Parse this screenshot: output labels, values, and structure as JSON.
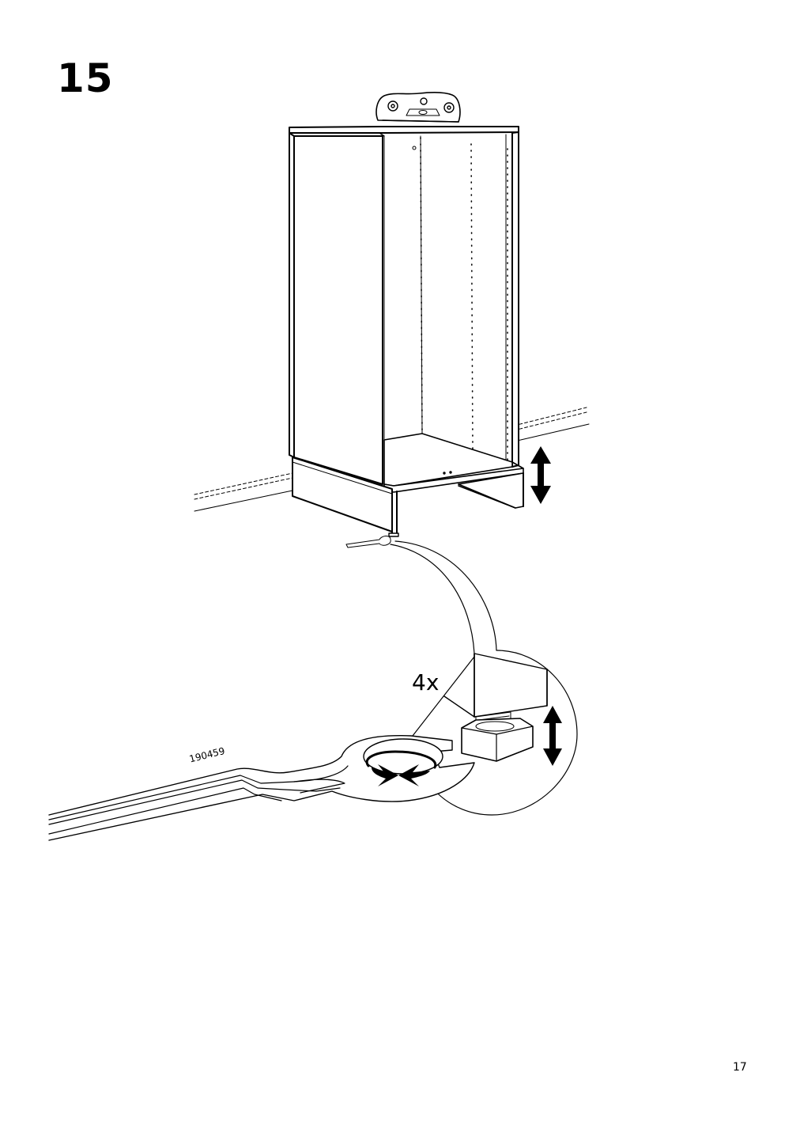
{
  "step": {
    "number": "15"
  },
  "callout": {
    "quantity": "4x"
  },
  "tool": {
    "part_number": "190459"
  },
  "page": {
    "number": "17"
  },
  "icons": [
    "spirit-level-icon",
    "cabinet-icon",
    "wrench-icon",
    "adjustable-leg-icon",
    "up-down-arrow-icon",
    "rotate-arrows-icon"
  ]
}
